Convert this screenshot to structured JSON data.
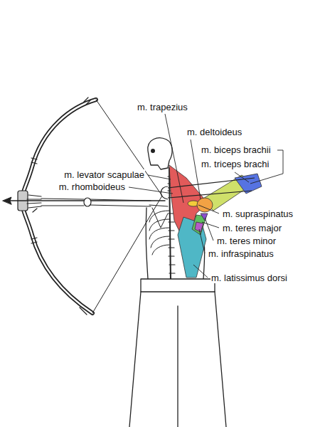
{
  "diagram": {
    "labels": [
      "m. trapezius",
      "m. deltoideus",
      "m. biceps brachii",
      "m. triceps brachi",
      "m. levator scapulae",
      "m. rhomboideus",
      "m. supraspinatus",
      "m. teres major",
      "m. teres minor",
      "m. infraspinatus",
      "m. latissimus dorsi"
    ]
  }
}
